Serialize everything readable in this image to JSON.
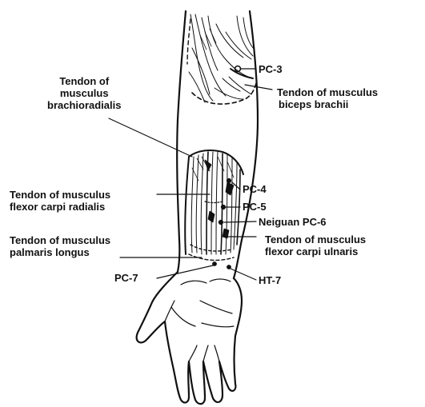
{
  "colors": {
    "ink": "#111111",
    "paper": "#ffffff"
  },
  "labels": {
    "brachioradialis": [
      "Tendon of",
      "musculus",
      "brachioradialis"
    ],
    "pc3": "PC-3",
    "biceps": [
      "Tendon of musculus",
      "biceps brachii"
    ],
    "pc4": "PC-4",
    "flexor_radialis": [
      "Tendon of musculus",
      "flexor carpi radialis"
    ],
    "pc5": "PC-5",
    "neiguan_pc6": "Neiguan PC-6",
    "palmaris": [
      "Tendon of musculus",
      "palmaris longus"
    ],
    "flexor_ulnaris": [
      "Tendon of musculus",
      "flexor carpi ulnaris"
    ],
    "pc7": "PC-7",
    "ht7": "HT-7"
  }
}
